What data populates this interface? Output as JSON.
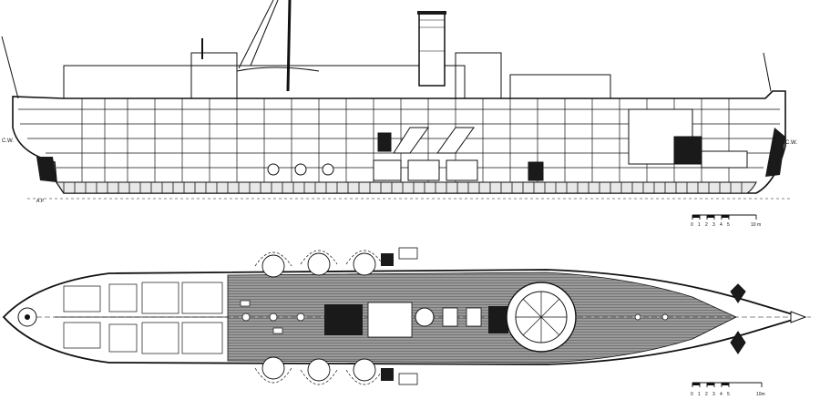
{
  "profile_view": {
    "label_left": "C.W.",
    "label_right": "C.W.",
    "stern_mark": "A.P.",
    "scale_bar": {
      "ticks": [
        "0",
        "1",
        "2",
        "3",
        "4",
        "5"
      ],
      "end_label": "10 m"
    }
  },
  "plan_view": {
    "scale_bar": {
      "ticks": [
        "0",
        "1",
        "2",
        "3",
        "4",
        "5"
      ],
      "end_label": "10m"
    }
  },
  "colors": {
    "ink": "#111111",
    "paper": "#ffffff",
    "deck_hatch": "#6e6e6e",
    "dark_fill": "#1a1a1a"
  }
}
